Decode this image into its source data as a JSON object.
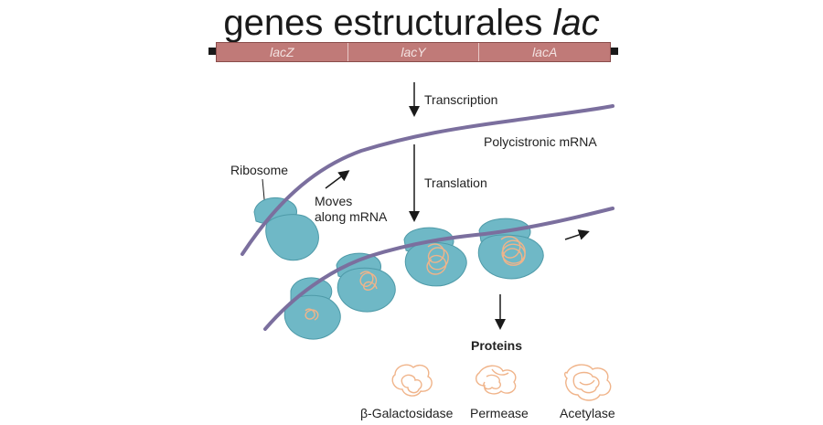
{
  "title": {
    "main": "genes estructurales ",
    "italic": "lac"
  },
  "genes": [
    "lacZ",
    "lacY",
    "lacA"
  ],
  "labels": {
    "transcription": "Transcription",
    "polycistronic_mrna": "Polycistronic mRNA",
    "translation": "Translation",
    "ribosome": "Ribosome",
    "moves_line1": "Moves",
    "moves_line2": "along mRNA",
    "proteins": "Proteins"
  },
  "proteins": [
    "β-Galactosidase",
    "Permease",
    "Acetylase"
  ],
  "colors": {
    "gene_bar": "#c07a78",
    "mrna": "#7b6f9e",
    "ribosome": "#6fb8c6",
    "protein": "#f0b48a",
    "arrow": "#1a1a1a"
  }
}
